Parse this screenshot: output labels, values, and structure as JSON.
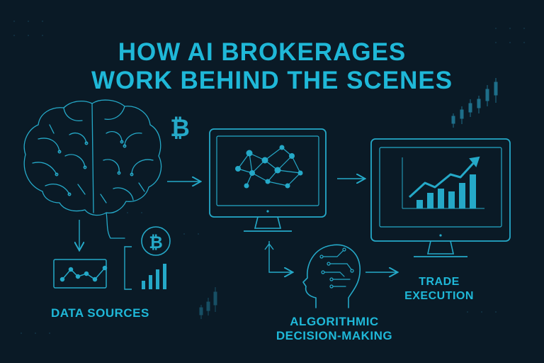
{
  "title": {
    "line1": "HOW AI BROKERAGES",
    "line2": "WORK BEHIND THE SCENES"
  },
  "labels": {
    "data_sources": "DATA SOURCES",
    "algorithmic_1": "ALGORITHMIC",
    "algorithmic_2": "DECISION-MAKING",
    "trade_1": "TRADE",
    "trade_2": "EXECUTION"
  },
  "icons": {
    "bitcoin_symbol": "₿"
  },
  "colors": {
    "background": "#0a1a26",
    "accent": "#1fb8d8",
    "line": "#25a9c8"
  }
}
